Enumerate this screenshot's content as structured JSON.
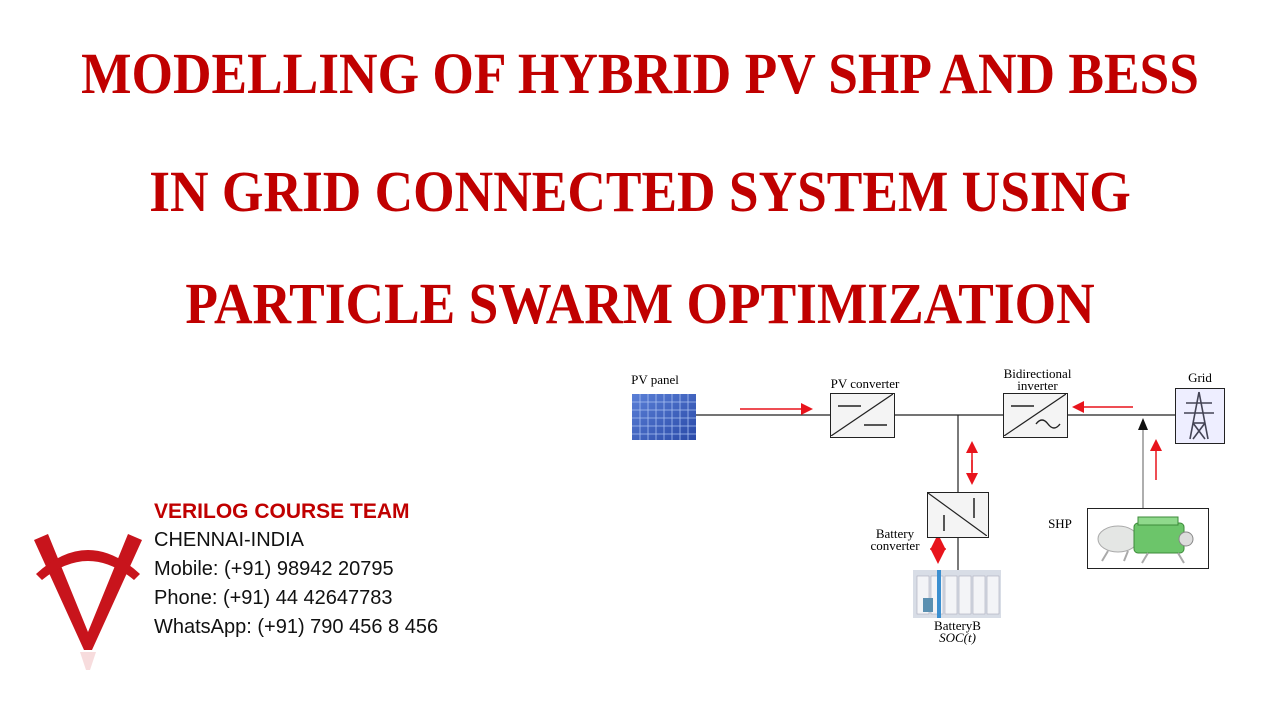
{
  "title": {
    "lines": [
      "MODELLING OF HYBRID PV SHP AND BESS",
      "IN GRID CONNECTED SYSTEM USING",
      "PARTICLE SWARM OPTIMIZATION"
    ],
    "color": "#c00000"
  },
  "diagram": {
    "pv_panel_label": "PV panel",
    "pv_converter_label": "PV converter",
    "bidirectional_label_1": "Bidirectional",
    "bidirectional_label_2": "inverter",
    "grid_label": "Grid",
    "battery_converter_label_1": "Battery",
    "battery_converter_label_2": "converter",
    "shp_label": "SHP",
    "battery_label": "BatteryB",
    "soc_label": "SOC(t)",
    "arrow_color": "#e8141c"
  },
  "brand": {
    "team": "VERILOG COURSE TEAM",
    "location": "CHENNAI-INDIA",
    "mobile": "Mobile: (+91) 98942 20795",
    "phone": "Phone: (+91) 44 42647783",
    "whatsapp": "WhatsApp: (+91) 790 456 8 456",
    "accent": "#c00000"
  }
}
